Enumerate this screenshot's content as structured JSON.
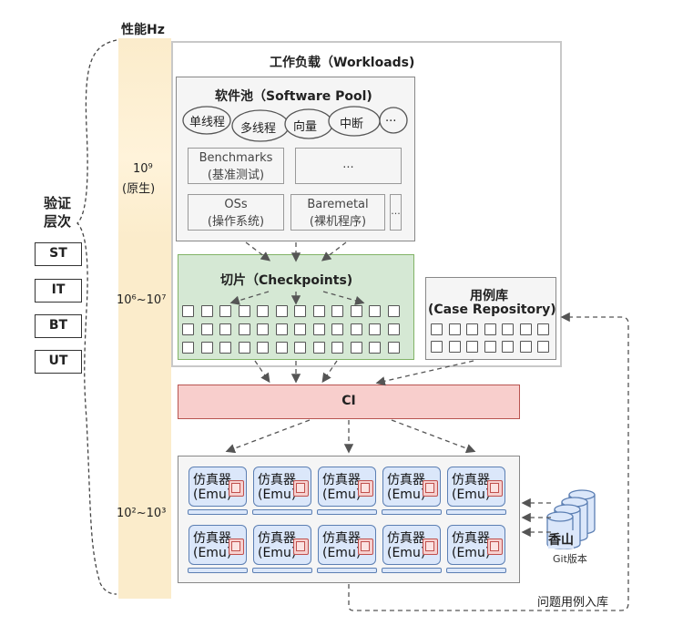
{
  "axis": {
    "title": "性能Hz",
    "level_high": "10⁹",
    "level_high_note": "(原生)",
    "level_mid": "10⁶~10⁷",
    "level_low": "10²~10³"
  },
  "verification": {
    "title_line1": "验证",
    "title_line2": "层次",
    "levels": [
      "ST",
      "IT",
      "BT",
      "UT"
    ]
  },
  "workloads": {
    "title": "工作负载（Workloads)"
  },
  "software_pool": {
    "title": "软件池（Software Pool)",
    "clouds": [
      "单线程",
      "多线程",
      "向量",
      "中断",
      "..."
    ],
    "items": [
      {
        "line1": "Benchmarks",
        "line2": "(基准测试)"
      },
      {
        "line1": "...",
        "line2": ""
      },
      {
        "line1": "OSs",
        "line2": "(操作系统)"
      },
      {
        "line1": "Baremetal",
        "line2": "(裸机程序)"
      },
      {
        "line1": "...",
        "line2": ""
      }
    ]
  },
  "checkpoints": {
    "title": "切片（Checkpoints)"
  },
  "case_repository": {
    "title_line1": "用例库",
    "title_line2": "(Case Repository)"
  },
  "ci": {
    "label": "CI"
  },
  "emulators": {
    "line1": "仿真器",
    "line2": "(Emu)",
    "rows": 2,
    "cols": 5
  },
  "xiangshan": {
    "label": "香山",
    "sub": "Git版本"
  },
  "feedback": {
    "label": "问题用例入库"
  },
  "colors": {
    "axis_band": "#fbeccb",
    "checkpoint_fill": "#d5e8d4",
    "checkpoint_border": "#82b366",
    "ci_fill": "#f8cecc",
    "ci_border": "#b85450",
    "emu_fill": "#dbe7fa",
    "emu_border": "#5c7fb3"
  }
}
